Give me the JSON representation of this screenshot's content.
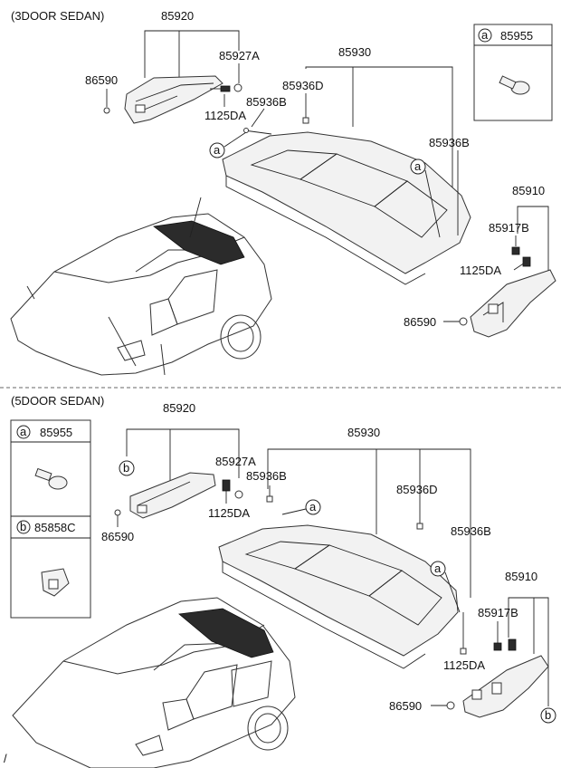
{
  "sections": [
    {
      "header": "(3DOOR SEDAN)",
      "labels": {
        "p85920": "85920",
        "p85927A": "85927A",
        "p86590_top": "86590",
        "p85936B_top": "85936B",
        "p1125DA_top": "1125DA",
        "p85936D": "85936D",
        "p85930": "85930",
        "p85936B_right": "85936B",
        "p85910": "85910",
        "p85917B": "85917B",
        "p1125DA_right": "1125DA",
        "p86590_bottom": "86590"
      },
      "callouts": [
        "a",
        "a"
      ],
      "legend": [
        {
          "letter": "a",
          "part": "85955"
        }
      ]
    },
    {
      "header": "(5DOOR SEDAN)",
      "labels": {
        "p85920": "85920",
        "p85927A": "85927A",
        "p85936B_top": "85936B",
        "p1125DA_top": "1125DA",
        "p86590_top": "86590",
        "p85930": "85930",
        "p85936D": "85936D",
        "p85936B_right": "85936B",
        "p85910": "85910",
        "p85917B": "85917B",
        "p1125DA_right": "1125DA",
        "p86590_bottom": "86590"
      },
      "callouts": [
        "b",
        "a",
        "a",
        "b"
      ],
      "legend": [
        {
          "letter": "a",
          "part": "85955"
        },
        {
          "letter": "b",
          "part": "85858C"
        }
      ]
    }
  ],
  "footer_mark": "/"
}
